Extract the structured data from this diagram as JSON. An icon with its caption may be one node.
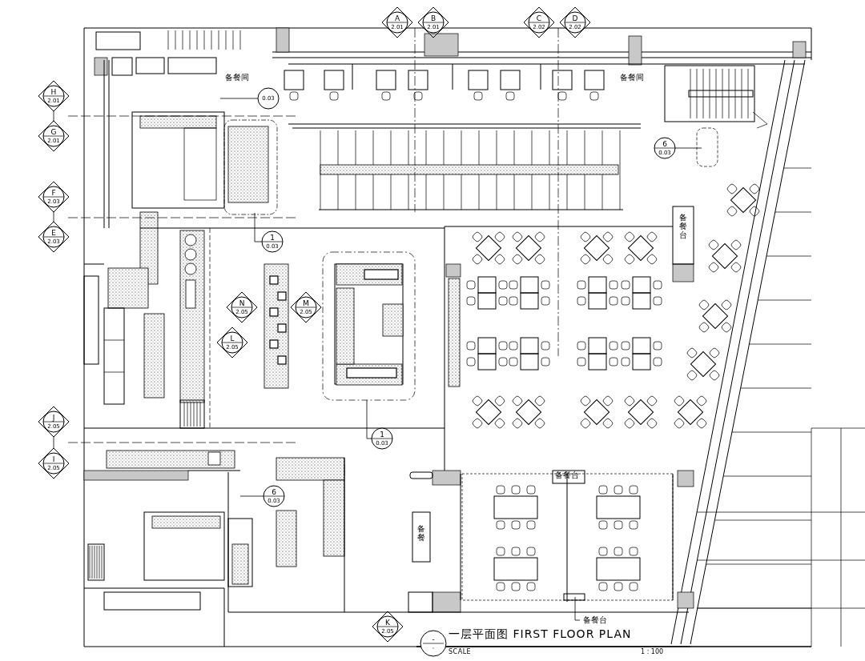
{
  "diagram": {
    "title": "一层平面图 FIRST FLOOR PLAN",
    "nodes": [
      {
        "text": [
          "A",
          "2.01"
        ]
      },
      {
        "text": [
          "B",
          "2.01"
        ]
      },
      {
        "text": [
          "C",
          "2.02"
        ]
      },
      {
        "text": [
          "D",
          "2.02"
        ]
      },
      {
        "text": [
          "H",
          "2.01"
        ]
      },
      {
        "text": [
          "G",
          "2.01"
        ]
      },
      {
        "text": [
          "F",
          "2.03"
        ]
      },
      {
        "text": [
          "E",
          "2.03"
        ]
      },
      {
        "text": [
          "N",
          "2.05"
        ]
      },
      {
        "text": [
          "M",
          "2.05"
        ]
      },
      {
        "text": [
          "L",
          "2.05"
        ]
      },
      {
        "text": [
          "J",
          "2.05"
        ]
      },
      {
        "text": [
          "I",
          "2.05"
        ]
      },
      {
        "text": [
          "K",
          "2.05"
        ]
      },
      {
        "text": [
          "0.03"
        ]
      },
      {
        "text": [
          "6",
          "0.03"
        ]
      },
      {
        "text": [
          "1",
          "0.03"
        ]
      },
      {
        "text": [
          "1",
          "0.03"
        ]
      },
      {
        "text": [
          "6",
          "0.03"
        ]
      },
      {
        "text": [
          "-",
          "-"
        ]
      },
      {
        "text": [
          "备餐台"
        ]
      }
    ],
    "edges": [
      {
        "from": 4,
        "to": 5,
        "arrow": "none"
      },
      {
        "from": 6,
        "to": 7,
        "arrow": "none"
      },
      {
        "from": 11,
        "to": 12,
        "arrow": "none"
      },
      {
        "from": 14,
        "to": null,
        "arrow": "none"
      },
      {
        "from": 15,
        "to": null,
        "arrow": "none"
      },
      {
        "from": 16,
        "to": null,
        "arrow": "none"
      },
      {
        "from": 17,
        "to": null,
        "arrow": "none"
      },
      {
        "from": 18,
        "to": null,
        "arrow": "none"
      },
      {
        "from": 20,
        "to": null,
        "arrow": "none"
      }
    ],
    "labels": [
      "备餐间",
      "备餐间",
      "备餐台",
      "备餐台",
      "备餐",
      "SCALE",
      "1 : 100"
    ]
  }
}
